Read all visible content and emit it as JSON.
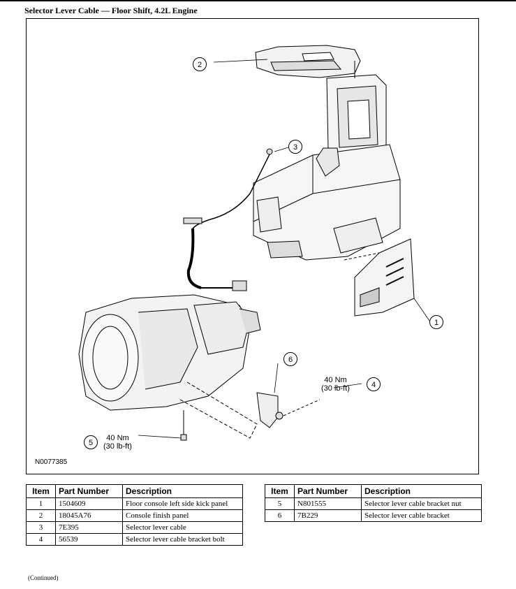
{
  "header": {
    "title": "Selector Lever Cable — Floor Shift, 4.2L Engine"
  },
  "figure": {
    "code": "N0077385",
    "callouts": [
      "1",
      "2",
      "3",
      "4",
      "5",
      "6"
    ],
    "torque_4": {
      "line1": "40 Nm",
      "line2": "(30 lb-ft)"
    },
    "torque_5": {
      "line1": "40 Nm",
      "line2": "(30 lb-ft)"
    }
  },
  "table_left": {
    "headers": [
      "Item",
      "Part Number",
      "Description"
    ],
    "rows": [
      {
        "item": "1",
        "part": "1504609",
        "desc": "Floor console left side kick panel"
      },
      {
        "item": "2",
        "part": "18045A76",
        "desc": "Console finish panel"
      },
      {
        "item": "3",
        "part": "7E395",
        "desc": "Selector lever cable"
      },
      {
        "item": "4",
        "part": "56539",
        "desc": "Selector lever cable bracket bolt"
      }
    ]
  },
  "table_right": {
    "headers": [
      "Item",
      "Part Number",
      "Description"
    ],
    "rows": [
      {
        "item": "5",
        "part": "N801555",
        "desc": "Selector lever cable bracket nut"
      },
      {
        "item": "6",
        "part": "7B229",
        "desc": "Selector lever cable bracket"
      }
    ]
  },
  "footer": {
    "continued": "(Continued)"
  }
}
